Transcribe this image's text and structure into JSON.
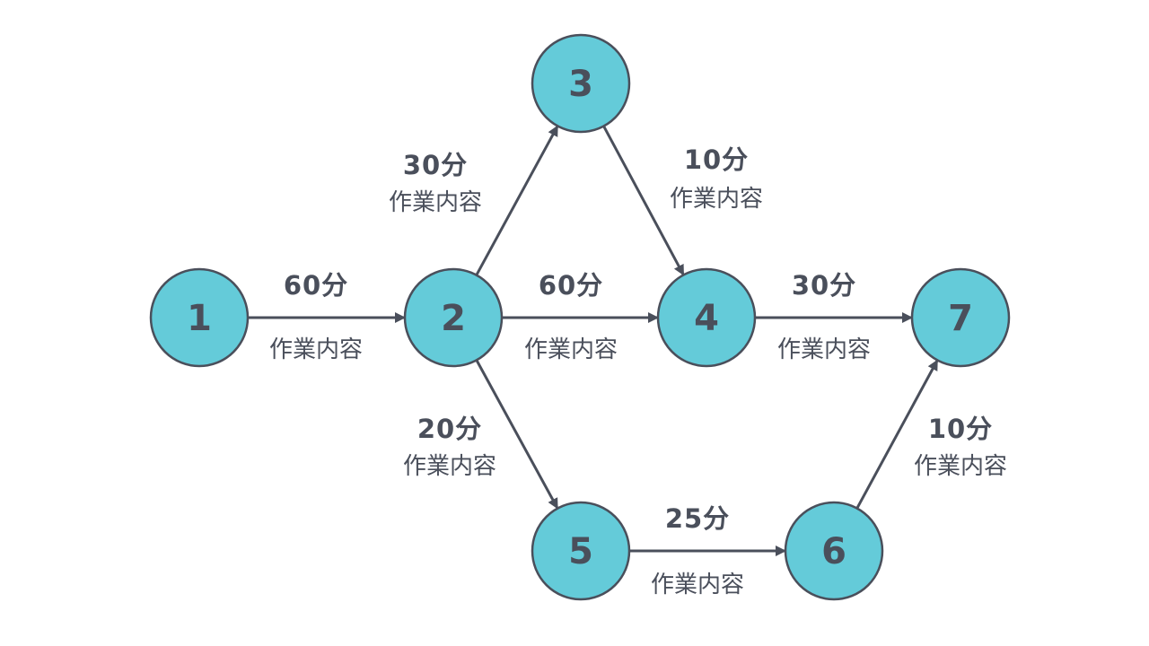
{
  "colors": {
    "node_fill": "#64cbd9",
    "node_stroke": "#4a4f5b",
    "edge": "#4a4f5b",
    "text": "#4a4f5b",
    "background": "#ffffff"
  },
  "nodes": [
    {
      "id": "1",
      "label": "1"
    },
    {
      "id": "2",
      "label": "2"
    },
    {
      "id": "3",
      "label": "3"
    },
    {
      "id": "4",
      "label": "4"
    },
    {
      "id": "5",
      "label": "5"
    },
    {
      "id": "6",
      "label": "6"
    },
    {
      "id": "7",
      "label": "7"
    }
  ],
  "edges": [
    {
      "from": "1",
      "to": "2",
      "duration": "60分",
      "task": "作業内容"
    },
    {
      "from": "2",
      "to": "3",
      "duration": "30分",
      "task": "作業内容"
    },
    {
      "from": "3",
      "to": "4",
      "duration": "10分",
      "task": "作業内容"
    },
    {
      "from": "2",
      "to": "4",
      "duration": "60分",
      "task": "作業内容"
    },
    {
      "from": "4",
      "to": "7",
      "duration": "30分",
      "task": "作業内容"
    },
    {
      "from": "2",
      "to": "5",
      "duration": "20分",
      "task": "作業内容"
    },
    {
      "from": "5",
      "to": "6",
      "duration": "25分",
      "task": "作業内容"
    },
    {
      "from": "6",
      "to": "7",
      "duration": "10分",
      "task": "作業内容"
    }
  ]
}
